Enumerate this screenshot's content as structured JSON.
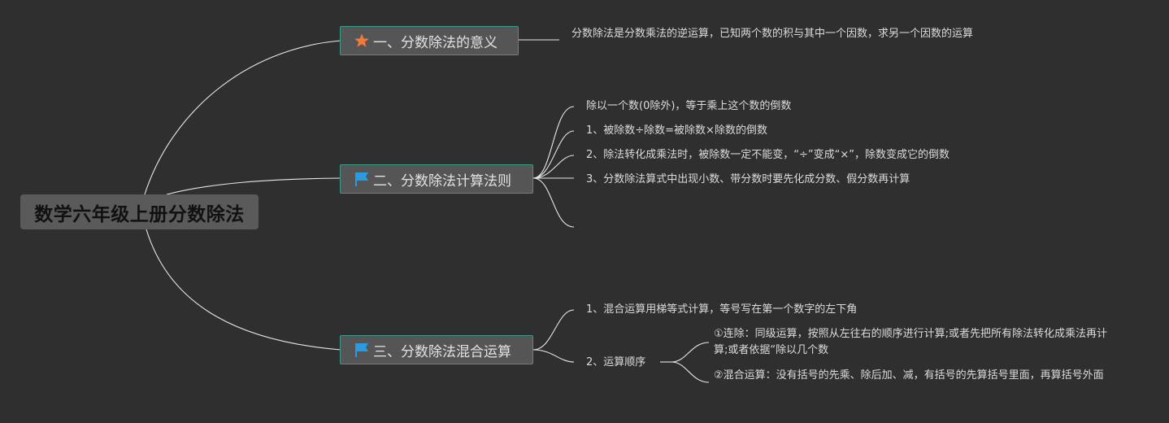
{
  "root": {
    "title": "数学六年级上册分数除法"
  },
  "branches": [
    {
      "label": "一、分数除法的意义",
      "icon": "star-icon",
      "icon_color": "#f07a3c",
      "children": [
        "分数除法是分数乘法的逆运算，已知两个数的积与其中一个因数，求另一个因数的运算"
      ]
    },
    {
      "label": "二、分数除法计算法则",
      "icon": "flag-icon",
      "icon_color": "#2a9be0",
      "children": [
        "除以一个数(0除外)，等于乘上这个数的倒数",
        "1、被除数÷除数=被除数×除数的倒数",
        "2、除法转化成乘法时，被除数一定不能变，“÷”变成“×”，除数变成它的倒数",
        "3、分数除法算式中出现小数、带分数时要先化成分数、假分数再计算",
        ""
      ]
    },
    {
      "label": "三、分数除法混合运算",
      "icon": "flag-icon",
      "icon_color": "#2a9be0",
      "children": [
        "1、混合运算用梯等式计算，等号写在第一个数字的左下角",
        "2、运算顺序"
      ],
      "sub": [
        "①连除：同级运算，按照从左往右的顺序进行计算;或者先把所有除法转化成乘法再计算;或者依据“除以几个数",
        "②混合运算：没有括号的先乘、除后加、减，有括号的先算括号里面，再算括号外面"
      ]
    }
  ],
  "colors": {
    "background": "#2f2f2f",
    "line": "#e8e8e8",
    "branch_border": "#3a9a86",
    "branch_fill": "#555555",
    "root_fill": "#5a5a5a"
  }
}
